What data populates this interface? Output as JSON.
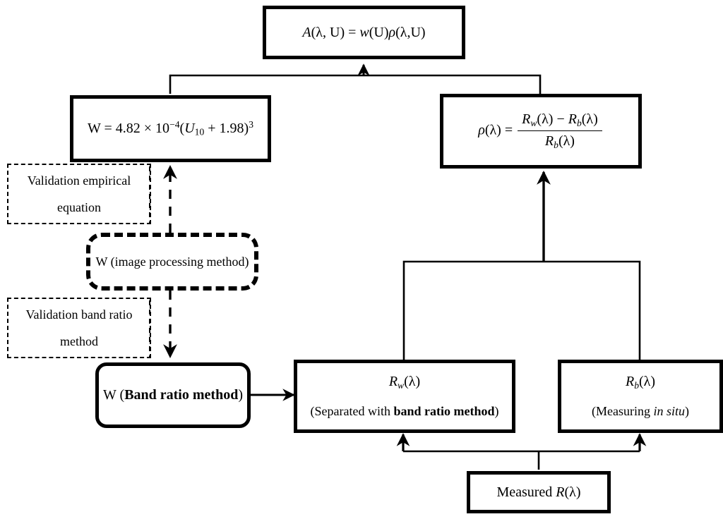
{
  "diagram": {
    "title": "Flowchart of whitecap coverage and reflectance retrieval",
    "stroke_color": "#000000",
    "background": "#ffffff"
  },
  "nodes": {
    "top_equation": {
      "label": "A(λ, U) = w(U)ρ(λ,U)",
      "parts": {
        "a": "A",
        "lambda_u": "(λ, U)",
        "eq": "=",
        "w": "w",
        "u": "(U)",
        "rho": "ρ",
        "rho_args": "(λ,U)"
      }
    },
    "w_empirical": {
      "label": "W = 4.82 × 10⁻⁴(U₁₀ + 1.98)³",
      "parts": {
        "w": "W",
        "eq": "=",
        "coef": "4.82 × 10",
        "exp": "−4",
        "open": "(",
        "u": "U",
        "u_sub": "10",
        "plus": "+ 1.98",
        "close": ")",
        "power": "3"
      }
    },
    "rho_equation": {
      "label": "ρ(λ) = (R_w(λ) − R_b(λ)) / R_b(λ)",
      "parts": {
        "rho": "ρ",
        "arg": "(λ)",
        "eq": "=",
        "num_rw": "R",
        "num_rw_sub": "w",
        "num_rw_arg": "(λ)",
        "minus": "−",
        "num_rb": "R",
        "num_rb_sub": "b",
        "num_rb_arg": "(λ)",
        "den_rb": "R",
        "den_rb_sub": "b",
        "den_rb_arg": "(λ)"
      }
    },
    "validation_empirical": {
      "line1": "Validation empirical",
      "line2": "equation"
    },
    "validation_band_ratio": {
      "line1": "Validation band ratio",
      "line2": "method"
    },
    "w_image_processing": {
      "label": "W (image processing method)"
    },
    "w_band_ratio": {
      "prefix": "W (",
      "emphasis": "Band ratio method",
      "suffix": ")"
    },
    "rw_node": {
      "symbol_r": "R",
      "symbol_sub": "w",
      "symbol_arg": "(λ)",
      "caption_prefix": "(Separated with ",
      "caption_emphasis": "band ratio method",
      "caption_suffix": ")"
    },
    "rb_node": {
      "symbol_r": "R",
      "symbol_sub": "b",
      "symbol_arg": "(λ)",
      "caption_prefix": "(Measuring ",
      "caption_emphasis": "in situ",
      "caption_suffix": ")"
    },
    "measured_r": {
      "prefix": "Measured ",
      "symbol_r": "R",
      "symbol_arg": "(λ)"
    }
  }
}
